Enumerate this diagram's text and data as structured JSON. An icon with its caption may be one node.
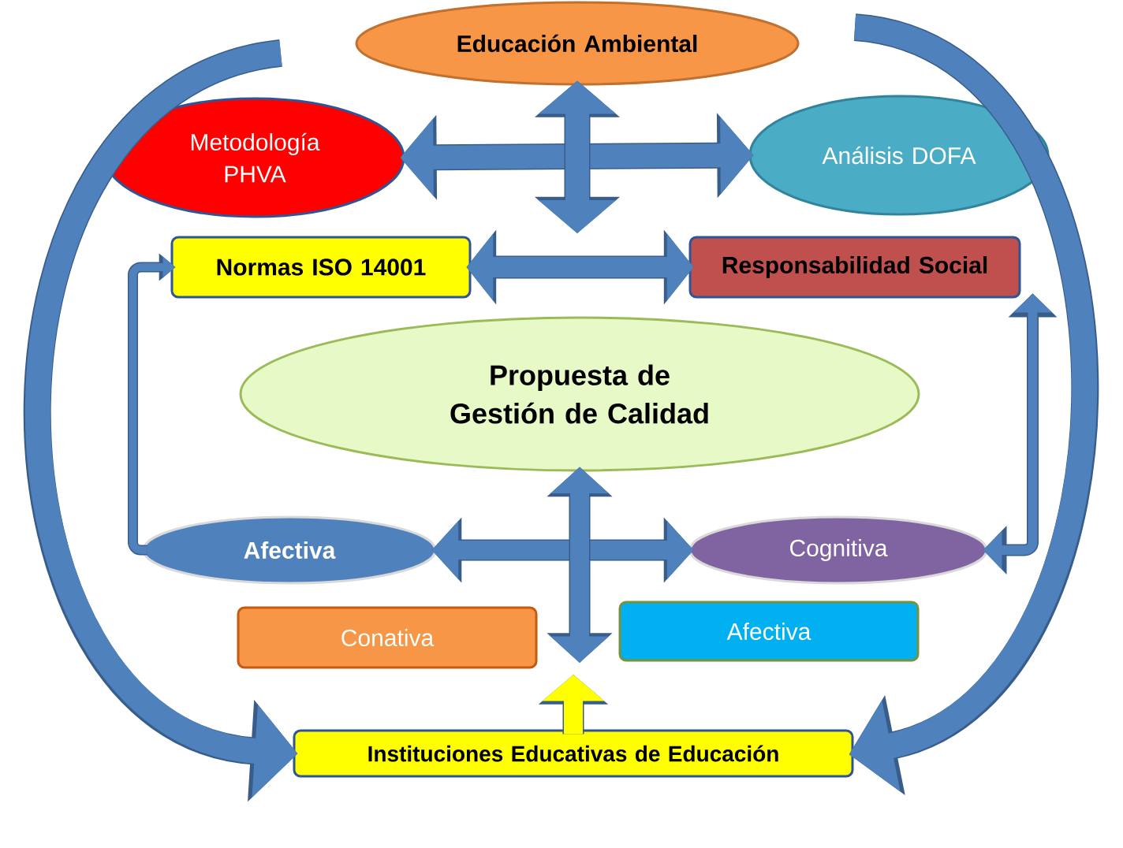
{
  "diagram": {
    "nodes": [
      {
        "text": [
          "Educación Ambiental"
        ]
      },
      {
        "text": [
          "Metodología PHVA"
        ]
      },
      {
        "text": [
          "Análisis DOFA"
        ]
      },
      {
        "text": [
          "Normas ISO 14001"
        ]
      },
      {
        "text": [
          "Responsabilidad Social"
        ]
      },
      {
        "text": [
          "Propuesta de Gestión de Calidad"
        ]
      },
      {
        "text": [
          "Afectiva"
        ]
      },
      {
        "text": [
          "Cognitiva"
        ]
      },
      {
        "text": [
          "Conativa"
        ]
      },
      {
        "text": [
          "Afectiva"
        ]
      },
      {
        "text": [
          "Instituciones Educativas de Educación"
        ]
      }
    ],
    "edges": [
      {
        "from": 1,
        "to": 2,
        "arrow": "both"
      },
      {
        "from": 0,
        "to": null,
        "arrow": "both"
      },
      {
        "from": 3,
        "to": 4,
        "arrow": "both"
      },
      {
        "from": 6,
        "to": 3,
        "arrow": "to"
      },
      {
        "from": 7,
        "to": 4,
        "arrow": "both"
      },
      {
        "from": 6,
        "to": 7,
        "arrow": "both"
      },
      {
        "from": 5,
        "to": null,
        "arrow": "both"
      },
      {
        "from": 10,
        "to": null,
        "arrow": "to",
        "color": "#ffff00"
      },
      {
        "from": null,
        "to": 10,
        "arrow": "to"
      },
      {
        "from": null,
        "to": 10,
        "arrow": "to"
      }
    ]
  }
}
